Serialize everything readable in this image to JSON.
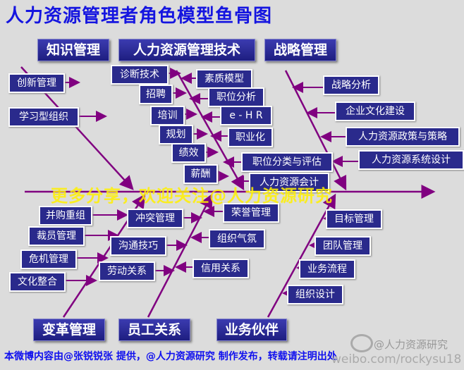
{
  "title": "人力资源管理者角色模型鱼骨图",
  "headers": {
    "knowledge": "知识管理",
    "hr_tech": "人力资源管理技术",
    "strategy": "战略管理",
    "change": "变革管理",
    "employee": "员工关系",
    "partner": "业务伙伴"
  },
  "knowledge": [
    "创新管理",
    "学习型组织"
  ],
  "hr_tech_left": [
    "诊断技术",
    "招聘",
    "培训",
    "规划",
    "绩效",
    "薪酬"
  ],
  "hr_tech_right": [
    "素质模型",
    "职位分析",
    "e - H R",
    "职业化",
    "职位分类与评估",
    "人力资源会计"
  ],
  "strategy": [
    "战略分析",
    "企业文化建设",
    "人力资源政策与策略",
    "人力资源系统设计"
  ],
  "change": [
    "并购重组",
    "裁员管理",
    "危机管理",
    "文化整合"
  ],
  "employee_left": [
    "冲突管理",
    "沟通技巧",
    "劳动关系"
  ],
  "employee_right": [
    "荣誉管理",
    "组织气氛",
    "信用关系"
  ],
  "partner": [
    "目标管理",
    "团队管理",
    "业务流程",
    "组织设计"
  ],
  "watermark": "更多分享，欢迎关注@人力资源研究",
  "footer": "本微博内容由@张锐锐张 提供，@人力资源研究 制作发布，转载请注明出处",
  "weibo_handle": "@人力资源研究",
  "weibo_url": "weibo.com/rockysu18"
}
